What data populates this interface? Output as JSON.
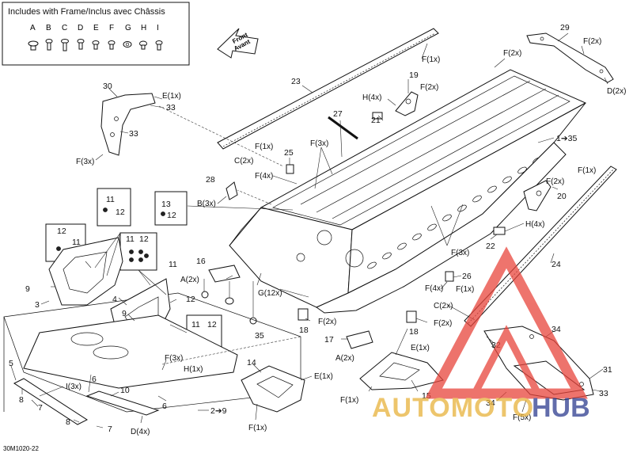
{
  "legend": {
    "title": "Includes with Frame/Inclus avec Châssis",
    "letters": [
      "A",
      "B",
      "C",
      "D",
      "E",
      "F",
      "G",
      "H",
      "I"
    ]
  },
  "front_arrow": {
    "line1": "Front",
    "line2": "Avant"
  },
  "diagram_code": "30M1020-22",
  "watermark": {
    "text": "AUTOMOTOHUB",
    "color": "#e8453c",
    "icon": "triangle-logo-icon"
  },
  "callouts": {
    "c29": "29",
    "c29_f": "F(2x)",
    "c29_d": "D(2x)",
    "c23": "23",
    "c23_f": "F(1x)",
    "c19": "19",
    "c19_f": "F(2x)",
    "c19_h": "H(4x)",
    "c30": "30",
    "c30_e": "E(1x)",
    "c33a": "33",
    "c33b": "33",
    "c30_f": "F(3x)",
    "c27": "27",
    "c21": "21",
    "c25": "25",
    "f2x_top": "F(2x)",
    "f3x_top": "F(3x)",
    "f1x_rail": "F(1x)",
    "c2x": "C(2x)",
    "f4x": "F(4x)",
    "c28": "28",
    "b3x": "B(3x)",
    "c1_35": "1➔35",
    "c13": "13",
    "c12a": "12",
    "c11a": "11",
    "c12b": "12",
    "c12c": "12",
    "c11b": "11",
    "c11c": "11",
    "c12d": "12",
    "c20": "20",
    "c20_f": "F(2x)",
    "c20_h": "H(4x)",
    "c22": "22",
    "c24": "24",
    "c24_f": "F(1x)",
    "c16": "16",
    "a2x_16": "A(2x)",
    "g12x": "G(12x)",
    "c11d": "11",
    "c12e": "12",
    "c9a": "9",
    "c3": "3",
    "c4": "4",
    "c9b": "9",
    "c11e": "11",
    "c12f": "12",
    "f3x_mid": "F(3x)",
    "c26": "26",
    "f4x_mid": "F(4x)",
    "f1x_mid": "F(1x)",
    "c2x_mid": "C(2x)",
    "c18a": "18",
    "f2x_18a": "F(2x)",
    "c35": "35",
    "c17": "17",
    "a2x_17": "A(2x)",
    "c18b": "18",
    "f2x_18b": "F(2x)",
    "f3x_low": "F(3x)",
    "h1x": "H(1x)",
    "e1x_low": "E(1x)",
    "c14": "14",
    "e1x_14": "E(1x)",
    "f1x_14": "F(1x)",
    "c5": "5",
    "i3x": "I(3x)",
    "c6a": "6",
    "c8a": "8",
    "c7a": "7",
    "c10": "10",
    "c6b": "6",
    "c8b": "8",
    "c7b": "7",
    "d4x": "D(4x)",
    "c2_9": "2➔9",
    "f1x_15": "F(1x)",
    "c15": "15",
    "c32": "32",
    "c34a": "34",
    "c31": "31",
    "c33c": "33",
    "c34b": "34",
    "f5x": "F(5x)"
  }
}
